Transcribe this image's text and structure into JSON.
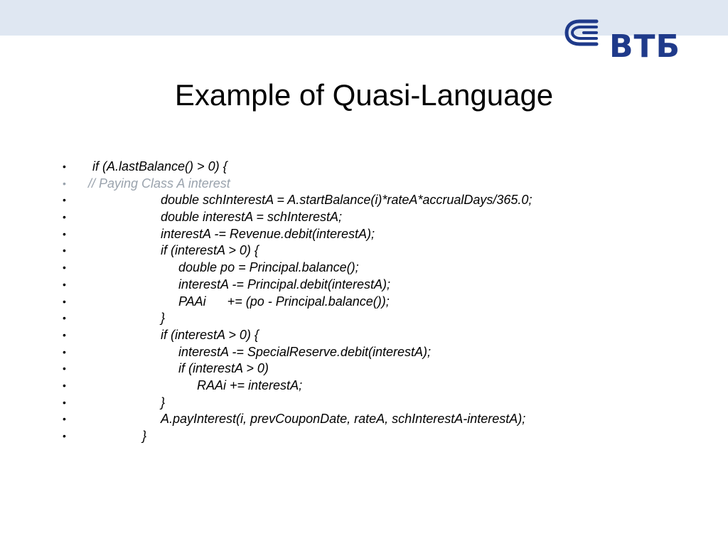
{
  "logo": {
    "brand_text": "ВТБ",
    "color": "#1f3a8a"
  },
  "slide": {
    "title": "Example of Quasi-Language",
    "header_band_color": "#dfe7f2"
  },
  "code_lines": [
    {
      "bullet": "•",
      "text": "if (A.lastBalance() > 0) {"
    },
    {
      "bullet": "•",
      "text": "// Paying Class A interest"
    },
    {
      "bullet": "•",
      "text": "double schInterestA = A.startBalance(i)*rateA*accrualDays/365.0;"
    },
    {
      "bullet": "•",
      "text": "double interestA = schInterestA;"
    },
    {
      "bullet": "•",
      "text": "interestA -= Revenue.debit(interestA);"
    },
    {
      "bullet": "•",
      "text": "if (interestA > 0) {"
    },
    {
      "bullet": "•",
      "text": "double po = Principal.balance();"
    },
    {
      "bullet": "•",
      "text": "interestA -= Principal.debit(interestA);"
    },
    {
      "bullet": "•",
      "text": "PAAi      += (po - Principal.balance());"
    },
    {
      "bullet": "•",
      "text": "}"
    },
    {
      "bullet": "•",
      "text": "if (interestA > 0) {"
    },
    {
      "bullet": "•",
      "text": "interestA -= SpecialReserve.debit(interestA);"
    },
    {
      "bullet": "•",
      "text": "if (interestA > 0)"
    },
    {
      "bullet": "•",
      "text": "RAAi += interestA;"
    },
    {
      "bullet": "•",
      "text": "}"
    },
    {
      "bullet": "•",
      "text": "A.payInterest(i, prevCouponDate, rateA, schInterestA-interestA);"
    },
    {
      "bullet": "•",
      "text": "}"
    }
  ]
}
